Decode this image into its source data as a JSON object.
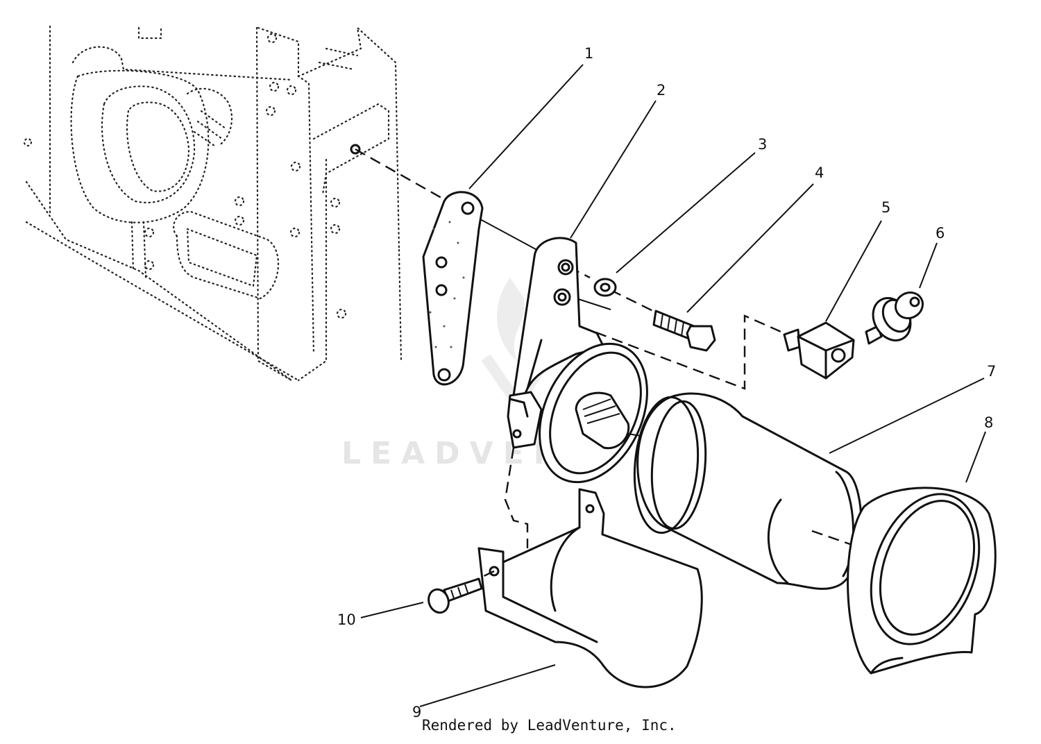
{
  "watermark": "LEADVENTURE",
  "footer_credit": "Rendered by LeadVenture, Inc.",
  "callouts": [
    {
      "id": "1",
      "label": "1"
    },
    {
      "id": "2",
      "label": "2"
    },
    {
      "id": "3",
      "label": "3"
    },
    {
      "id": "4",
      "label": "4"
    },
    {
      "id": "5",
      "label": "5"
    },
    {
      "id": "6",
      "label": "6"
    },
    {
      "id": "7",
      "label": "7"
    },
    {
      "id": "8",
      "label": "8"
    },
    {
      "id": "9",
      "label": "9"
    },
    {
      "id": "10",
      "label": "10"
    }
  ],
  "colors": {
    "ink": "#111111",
    "background": "#ffffff",
    "watermark": "#e3e3e3"
  }
}
